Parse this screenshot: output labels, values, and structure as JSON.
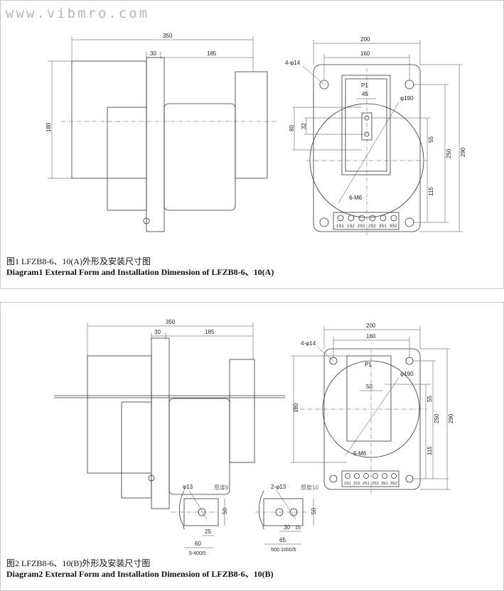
{
  "watermark": "www.vibmro.com",
  "diagram1": {
    "caption_cn": "图1  LFZB8-6、10(A)外形及安装尺寸图",
    "caption_en": "Diagram1  External Form and Installation Dimension of  LFZB8-6、10(A)",
    "dims": {
      "len350": "350",
      "len30": "30",
      "len185": "185",
      "h180": "180",
      "w200": "200",
      "w160": "160",
      "holes": "4-φ14",
      "p1": "P1",
      "w45": "45",
      "dia": "φ190",
      "h80": "80",
      "h32": "32",
      "h55": "55",
      "h250": "250",
      "h290": "290",
      "h115": "115",
      "m6": "6-M6"
    },
    "terminals": [
      "1S1",
      "1S2",
      "2S1",
      "2S2",
      "3S1",
      "3S2"
    ]
  },
  "diagram2": {
    "caption_cn": "图2  LFZB8-6、10(B)外形及安装尺寸图",
    "caption_en": "Diagram2  External Form and Installation Dimension of  LFZB8-6、10(B)",
    "dims": {
      "len350": "350",
      "len30": "30",
      "len185": "185",
      "h180": "180",
      "w200": "200",
      "w160": "160",
      "holes": "4-φ14",
      "p1": "P1",
      "w50": "50",
      "dia": "φ190",
      "h55": "55",
      "h250": "250",
      "h290": "290",
      "h115": "115",
      "m6": "6-M6"
    },
    "terminals": [
      "1S1",
      "1S2",
      "2S1",
      "2S2",
      "3S1",
      "3S2"
    ],
    "busbar1": {
      "hole": "φ13",
      "thick": "厚度6",
      "h50": "50",
      "w25": "25",
      "w60": "60",
      "range": "5-400/5"
    },
    "busbar2": {
      "hole": "2-φ13",
      "thick": "厚度10",
      "h50": "50",
      "w30": "30",
      "w15": "15",
      "w65": "65",
      "range": "500-1000/5"
    }
  }
}
